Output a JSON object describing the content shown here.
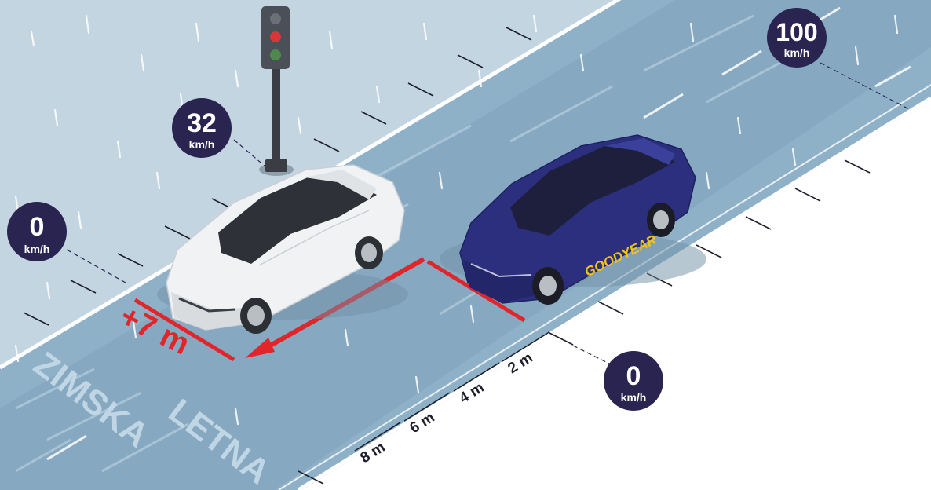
{
  "colors": {
    "sky": "#c4d5e2",
    "road": "#8fb1c8",
    "road_dark": "#789db6",
    "ground": "#ffffff",
    "badge": "#2a2450",
    "arrow": "#e0262a",
    "blue_car": "#2b2f7d",
    "white_car": "#f1f2f3",
    "goodyear_yellow": "#f2c40c"
  },
  "badges": {
    "top_right": {
      "value": "100",
      "unit": "km/h"
    },
    "top_left": {
      "value": "32",
      "unit": "km/h"
    },
    "left": {
      "value": "0",
      "unit": "km/h"
    },
    "bottom_right": {
      "value": "0",
      "unit": "km/h"
    }
  },
  "distance_label": "+7 m",
  "lane_labels": {
    "winter": "ZIMSKA",
    "summer": "LETNA"
  },
  "distance_marks": [
    "2 m",
    "4 m",
    "6 m",
    "8 m"
  ],
  "brand": "GOODYEAR",
  "icons": {
    "traffic_light": "traffic-light-icon"
  }
}
